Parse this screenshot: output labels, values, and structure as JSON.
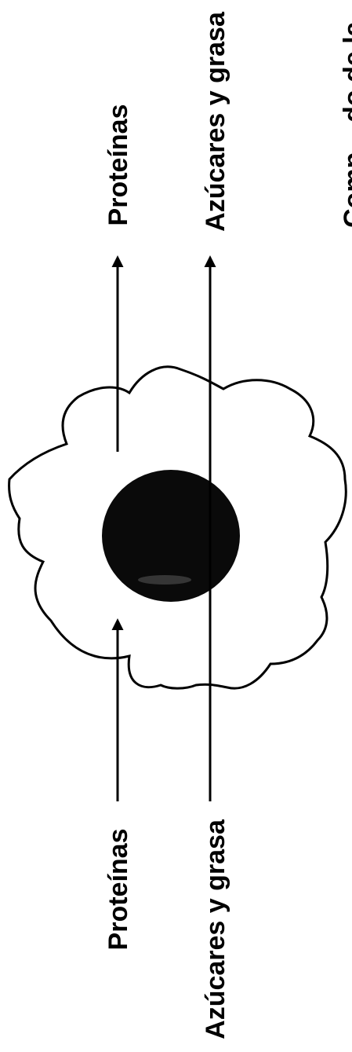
{
  "labels": {
    "proteins_in": "Proteínas",
    "sugars_fats_in": "Azúcares y grasa",
    "proteins_out": "Proteínas",
    "sugars_fats_out": "Azúcares y grasa",
    "cut_off_right": "Comp....do de la"
  },
  "colors": {
    "ink": "#000000",
    "background": "#ffffff"
  }
}
